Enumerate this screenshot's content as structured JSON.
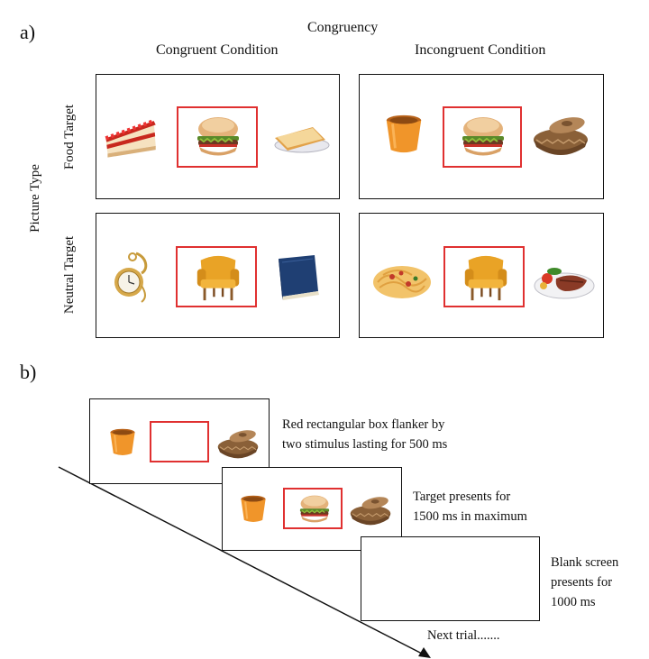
{
  "panel_a": {
    "label": "a)",
    "congruency_title": "Congruency",
    "col_congruent": "Congruent Condition",
    "col_incongruent": "Incongruent Condition",
    "picture_type": "Picture Type",
    "row_food": "Food Target",
    "row_neutral": "Neutral Target",
    "cells": [
      {
        "row": "food",
        "col": "congruent",
        "left": "cake",
        "center": "burger",
        "right": "toast"
      },
      {
        "row": "food",
        "col": "incongruent",
        "left": "bucket",
        "center": "burger",
        "right": "basket"
      },
      {
        "row": "neutral",
        "col": "congruent",
        "left": "pocket-watch",
        "center": "armchair",
        "right": "book"
      },
      {
        "row": "neutral",
        "col": "incongruent",
        "left": "pasta",
        "center": "armchair",
        "right": "steak-plate"
      }
    ]
  },
  "panel_b": {
    "label": "b)",
    "steps": [
      {
        "text_line1": "Red rectangular box flanker by",
        "text_line2": "two stimulus lasting for 500 ms"
      },
      {
        "text_line1": "Target presents for",
        "text_line2": "1500 ms in maximum"
      },
      {
        "text_line1": "Blank screen",
        "text_line2": "presents for",
        "text_line3": "1000 ms"
      }
    ],
    "next_trial": "Next trial......."
  },
  "colors": {
    "frame": "#111111",
    "red_box": "#e03030"
  }
}
